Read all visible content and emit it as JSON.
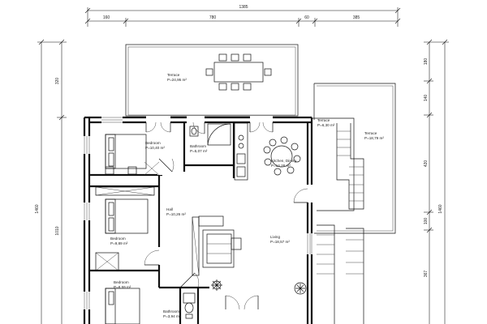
{
  "dimensions": {
    "top_total": "1385",
    "top_segments": [
      "160",
      "780",
      "60",
      "385"
    ],
    "left_segments": [
      "320",
      "1010"
    ],
    "left_total": "1460",
    "right_segments": [
      "180",
      "140",
      "420",
      "100",
      "367"
    ],
    "right_total": "1460"
  },
  "rooms": [
    {
      "name": "Terrace",
      "area": "P=24,95 m²"
    },
    {
      "name": "Terrace",
      "area": "P=6,30 m²"
    },
    {
      "name": "Terrace",
      "area": "P=18,79 m²"
    },
    {
      "name": "Bedroom",
      "area": "P=10,40 m²"
    },
    {
      "name": "Bathroom",
      "area": "P=5,07 m²"
    },
    {
      "name": "Kitchen, Dining",
      "area": "P=14,28 m²"
    },
    {
      "name": "Hall",
      "area": "P=10,26 m²"
    },
    {
      "name": "Living",
      "area": "P=18,57 m²"
    },
    {
      "name": "Bedroom",
      "area": "P=9,89 m²"
    },
    {
      "name": "Bedroom",
      "area": "P=8,59 m²"
    },
    {
      "name": "Bathroom",
      "area": "P=3,94 m²"
    }
  ]
}
